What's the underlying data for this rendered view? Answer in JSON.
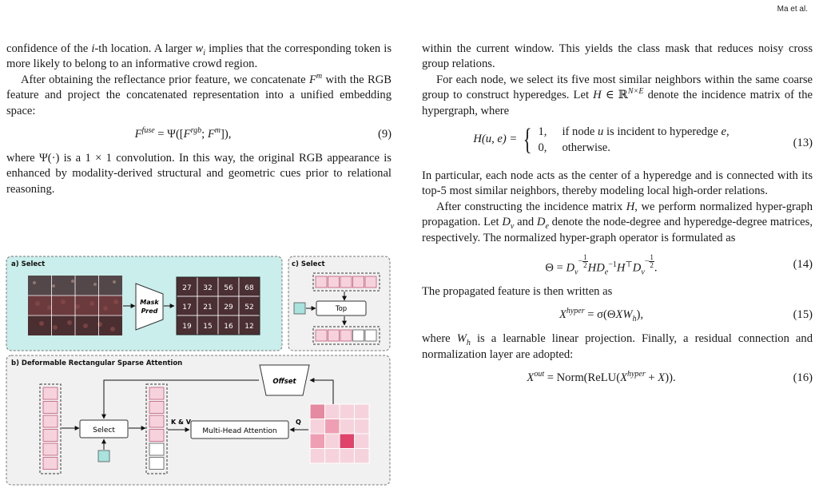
{
  "header": {
    "running_head": "Ma et al."
  },
  "left": {
    "p1_a": "confidence of the ",
    "p1_i": "i",
    "p1_b": "-th location. A larger ",
    "p1_w": "w",
    "p1_wi": "i",
    "p1_c": " implies that the corresponding token is more likely to belong to an informative crowd region.",
    "p2_a": "After obtaining the reflectance prior feature, we concatenate ",
    "p2_F": "F",
    "p2_Fm": "m",
    "p2_b": " with the RGB feature and project the concatenated representation into a unified embedding space:",
    "eq9_lhs": "F",
    "eq9_lhs_sup": "fuse",
    "eq9_rhs_a": " = Ψ([",
    "eq9_rhs_F1": "F",
    "eq9_rhs_sup1": "rgb",
    "eq9_rhs_b": "; ",
    "eq9_rhs_F2": "F",
    "eq9_rhs_sup2": "m",
    "eq9_rhs_c": "]),",
    "eq9_num": "(9)",
    "p3": "where Ψ(·) is a 1 × 1 convolution. In this way, the original RGB appearance is enhanced by modality-derived structural and geometric cues prior to relational reasoning."
  },
  "figure": {
    "panel_a_title": "a) Select",
    "panel_b_title": "b) Deformable Rectangular Sparse Attention",
    "panel_c_title": "c) Select",
    "mask_pred_line1": "Mask",
    "mask_pred_line2": "Pred",
    "grid_values": [
      "27",
      "32",
      "56",
      "68",
      "17",
      "21",
      "29",
      "52",
      "19",
      "15",
      "16",
      "12"
    ],
    "top_label": "Top",
    "select_label": "Select",
    "kv_label": "K & V",
    "mha_label": "Multi-Head Attention",
    "q_label": "Q",
    "offset_label": "Offset",
    "colors": {
      "panel_a_bg": "#c9eeeb",
      "panel_bg": "#f1f1f1",
      "token_pink": "#f6d3dc",
      "token_border": "#c0587a",
      "key_teal": "#a8e3dd",
      "heat_dark": "#e0446b"
    }
  },
  "right": {
    "p1": "within the current window. This yields the class mask that reduces noisy cross group relations.",
    "p2_a": "For each node, we select its five most similar neighbors within the same coarse group to construct hyperedges. Let ",
    "p2_H": "H",
    "p2_in": " ∈ ℝ",
    "p2_dims": "N×E",
    "p2_b": " denote the incidence matrix of the hypergraph, where",
    "eq13_lhs": "H(u, e) =",
    "eq13_case1_val": "1,",
    "eq13_case1_a": "if node ",
    "eq13_case1_u": "u",
    "eq13_case1_b": " is incident to hyperedge ",
    "eq13_case1_e": "e",
    "eq13_case1_c": ",",
    "eq13_case2_val": "0,",
    "eq13_case2": "otherwise.",
    "eq13_num": "(13)",
    "p3": "In particular, each node acts as the center of a hyperedge and is connected with its top-5 most similar neighbors, thereby modeling local high-order relations.",
    "p4_a": "After constructing the incidence matrix ",
    "p4_H": "H",
    "p4_b": ", we perform normalized hyper-graph propagation. Let ",
    "p4_Dv": "D",
    "p4_v": "v",
    "p4_c": " and ",
    "p4_De": "D",
    "p4_e": "e",
    "p4_d": " denote the node-degree and hyperedge-degree matrices, respectively. The normalized hyper-graph operator is formulated as",
    "eq14_a": "Θ = ",
    "eq14_D1": "D",
    "eq14_sub1": "v",
    "eq14_frac_top": "1",
    "eq14_frac_bot": "2",
    "eq14_minus": "−",
    "eq14_b": "H",
    "eq14_D2": "D",
    "eq14_sub2": "e",
    "eq14_sup2": "−1",
    "eq14_c": "H",
    "eq14_sup3": "⊤",
    "eq14_D3": "D",
    "eq14_sub3": "v",
    "eq14_end": ".",
    "eq14_num": "(14)",
    "p5": "The propagated feature is then written as",
    "eq15_X": "X",
    "eq15_sup": "hyper",
    "eq15_rhs_a": " = σ(Θ",
    "eq15_X2": "X",
    "eq15_W": "W",
    "eq15_h": "h",
    "eq15_rhs_b": "),",
    "eq15_num": "(15)",
    "p6_a": "where ",
    "p6_W": "W",
    "p6_h": "h",
    "p6_b": " is a learnable linear projection. Finally, a residual connection and normalization layer are adopted:",
    "eq16_X": "X",
    "eq16_sup": "out",
    "eq16_rhs_a": " = Norm(ReLU(",
    "eq16_X2": "X",
    "eq16_sup2": "hyper",
    "eq16_rhs_b": " + ",
    "eq16_X3": "X",
    "eq16_rhs_c": ")).",
    "eq16_num": "(16)"
  }
}
